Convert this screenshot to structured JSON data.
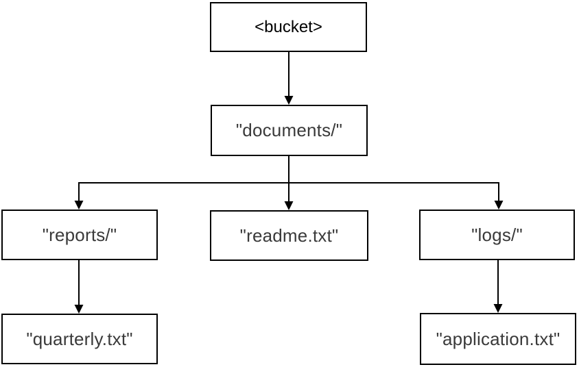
{
  "diagram": {
    "nodes": {
      "bucket": {
        "label": "<bucket>"
      },
      "documents": {
        "label": "\"documents/\""
      },
      "reports": {
        "label": "\"reports/\""
      },
      "readme": {
        "label": "\"readme.txt\""
      },
      "logs": {
        "label": "\"logs/\""
      },
      "quarterly": {
        "label": "\"quarterly.txt\""
      },
      "application": {
        "label": "\"application.txt\""
      }
    },
    "edges": [
      {
        "from": "bucket",
        "to": "documents"
      },
      {
        "from": "documents",
        "to": "reports"
      },
      {
        "from": "documents",
        "to": "readme"
      },
      {
        "from": "documents",
        "to": "logs"
      },
      {
        "from": "reports",
        "to": "quarterly"
      },
      {
        "from": "logs",
        "to": "application"
      }
    ],
    "colors": {
      "background": "#ffffff",
      "box_fill": "#ffffff",
      "box_border": "#000000",
      "line": "#000000",
      "label_text": "#3a3a3a",
      "root_text": "#000000"
    }
  }
}
